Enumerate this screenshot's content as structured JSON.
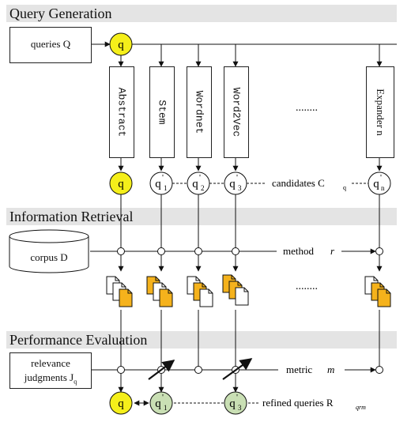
{
  "sections": {
    "query_generation": "Query Generation",
    "information_retrieval": "Information Retrieval",
    "performance_evaluation": "Performance Evaluation"
  },
  "inputs": {
    "queries": "queries Q",
    "corpus": "corpus D",
    "relevance_line1": "relevance",
    "relevance_line2": "judgments J",
    "relevance_sub": "q"
  },
  "expanders": [
    {
      "label": "Abstract"
    },
    {
      "label": "Stem"
    },
    {
      "label": "Wordnet"
    },
    {
      "label": "Word2Vec"
    },
    {
      "label": "Expander n"
    }
  ],
  "ellipsis": "........",
  "nodes": {
    "q": "q",
    "q1": "q",
    "q1_sub": "1",
    "q2": "q",
    "q2_sub": "2",
    "q3": "q",
    "q3_sub": "3",
    "qn": "q",
    "qn_sub": "n",
    "prime": "'"
  },
  "annotations": {
    "candidates": "candidates C",
    "candidates_sub": "q",
    "method": "method",
    "method_var": "r",
    "metric": "metric",
    "metric_var": "m",
    "refined": "refined queries R",
    "refined_sub": "qrm"
  },
  "colors": {
    "yellow_node": "#f5ef1a",
    "green_node": "#c9dfb4",
    "doc_orange": "#f5b21c",
    "section_bar": "#e4e4e4"
  }
}
